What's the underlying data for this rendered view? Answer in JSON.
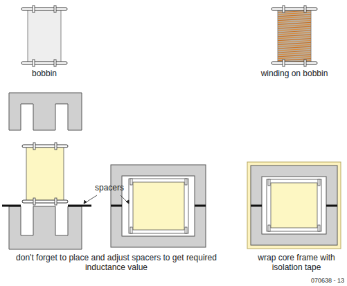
{
  "diagram": {
    "labels": [
      "bobbin",
      "winding on bobbin",
      "spacers",
      "don't forget to place and adjust spacers to get required inductance value",
      "wrap core frame with isolation tape",
      "070638 - 13"
    ]
  }
}
